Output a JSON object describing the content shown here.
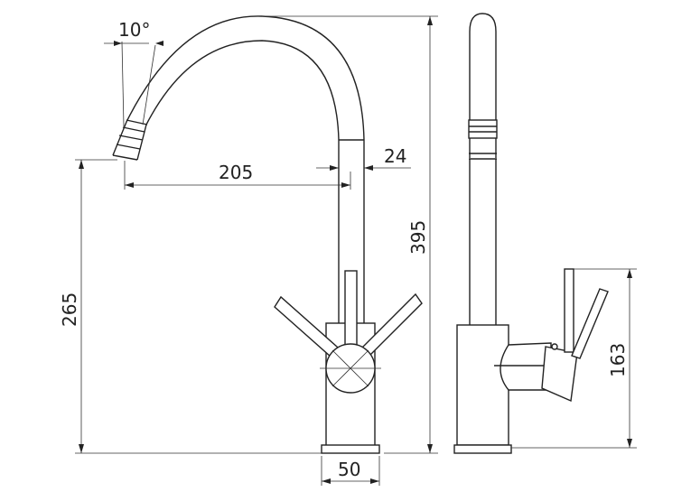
{
  "dimensions": {
    "spout_angle": "10°",
    "reach": "205",
    "spout_diameter": "24",
    "total_height": "395",
    "outlet_height": "265",
    "base_diameter": "50",
    "handle_height": "163"
  },
  "colors": {
    "line": "#222222",
    "background": "#ffffff"
  }
}
